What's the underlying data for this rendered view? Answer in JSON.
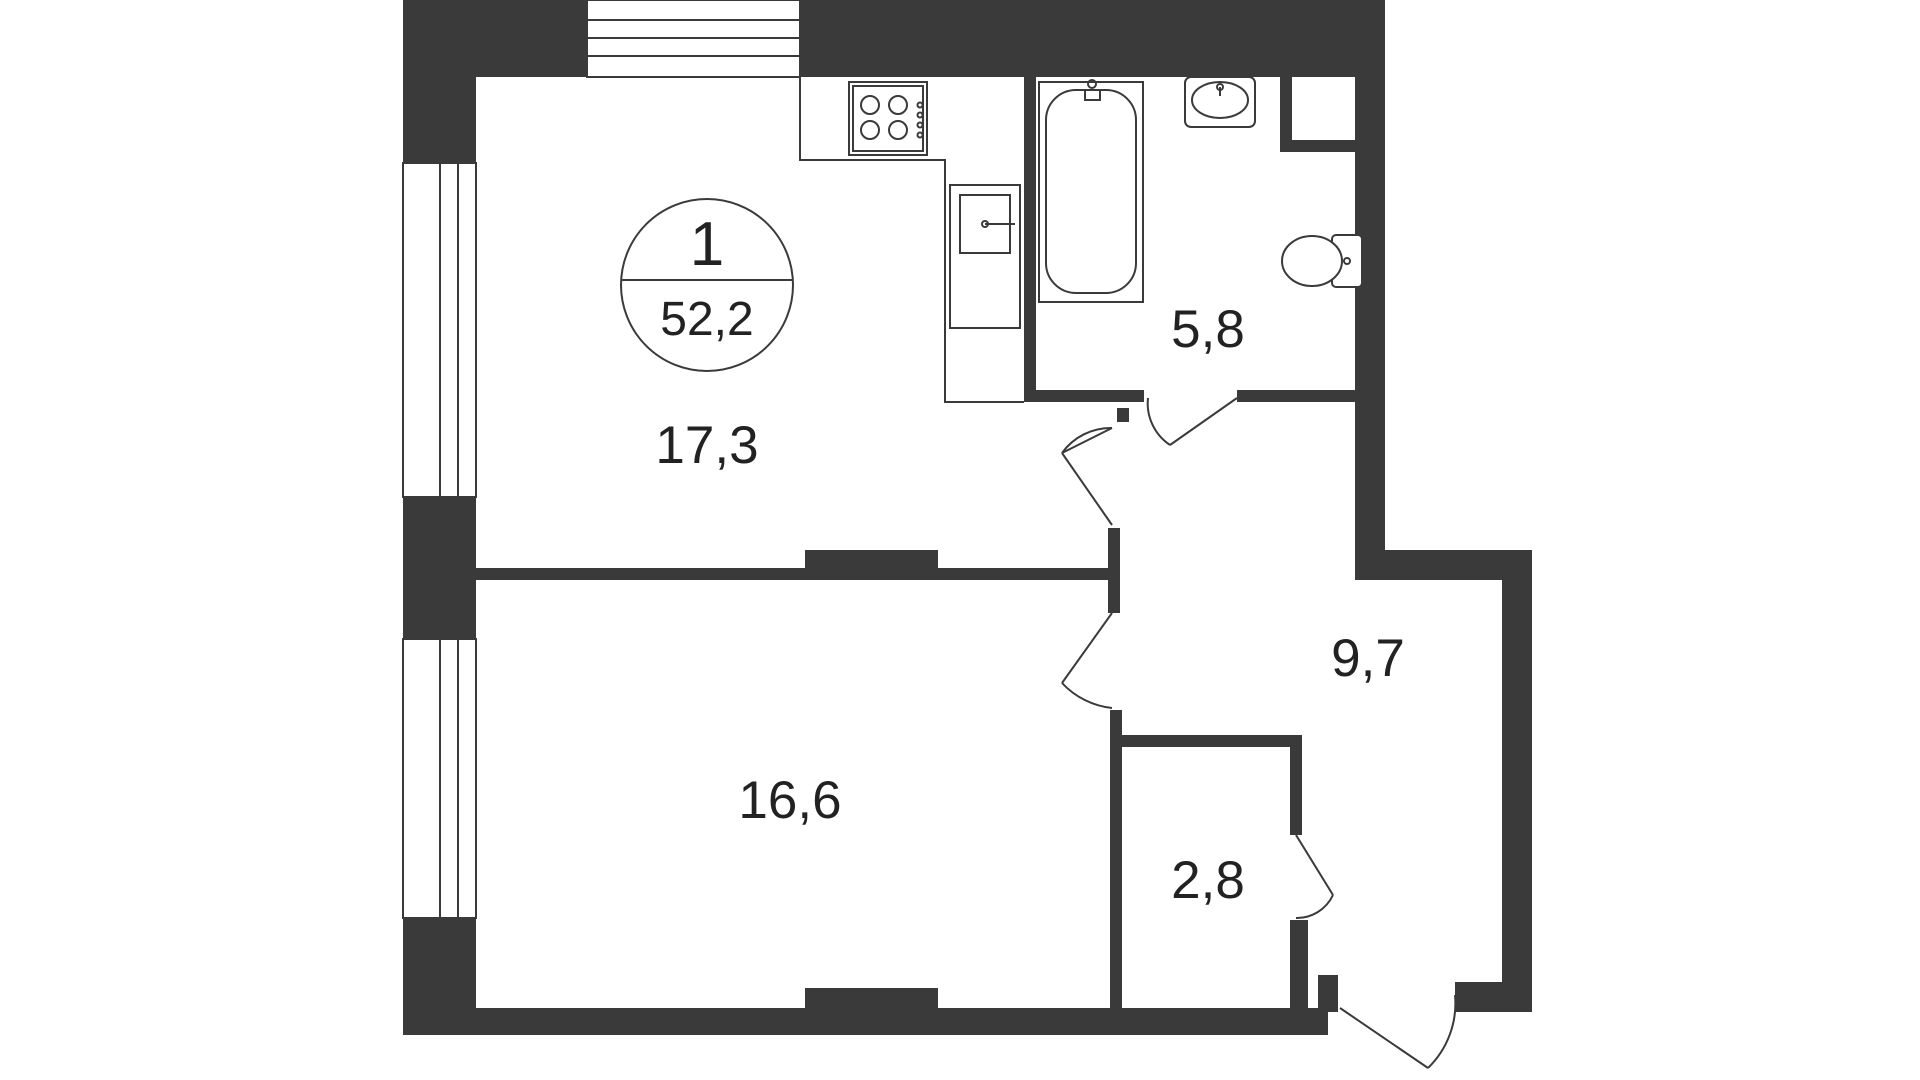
{
  "apartment": {
    "rooms_count": "1",
    "total_area": "52,2"
  },
  "rooms": {
    "kitchen_living_area": "17,3",
    "bedroom_area": "16,6",
    "bathroom_area": "5,8",
    "hallway_area": "9,7",
    "storage_area": "2,8"
  },
  "colors": {
    "wall": "#3a3a3a",
    "background": "#ffffff",
    "text": "#222222"
  },
  "icons": [
    "window",
    "door",
    "stove",
    "sink",
    "bathtub",
    "washbasin",
    "toilet"
  ]
}
